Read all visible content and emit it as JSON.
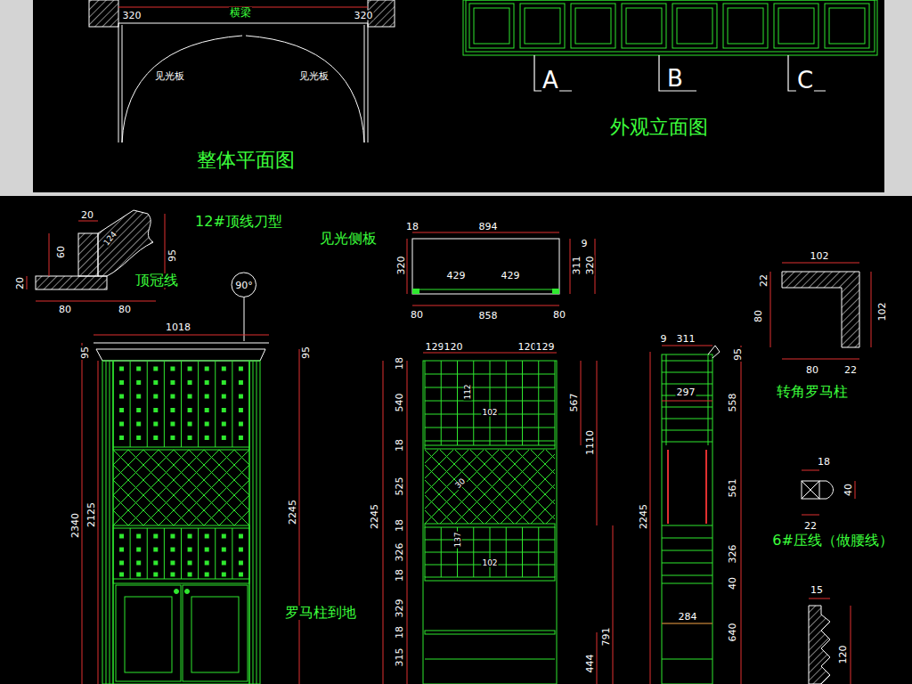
{
  "diagram": {
    "nodes": [
      {
        "text": [
          "90°"
        ]
      }
    ],
    "labels": [
      "320",
      "横梁",
      "320",
      "见光板",
      "见光板",
      "整体平面图",
      "A",
      "B",
      "C",
      "外观立面图",
      "20",
      "12#顶线刀型",
      "60",
      "124",
      "95",
      "顶冠线",
      "20",
      "80",
      "80",
      "见光侧板",
      "18",
      "894",
      "9",
      "320",
      "311",
      "320",
      "429",
      "429",
      "80",
      "858",
      "80",
      "102",
      "22",
      "80",
      "102",
      "80",
      "22",
      "转角罗马柱",
      "1018",
      "95",
      "95",
      "2340",
      "2125",
      "2245",
      "罗马柱到地",
      "129",
      "120",
      "120",
      "129",
      "18",
      "540",
      "112",
      "102",
      "567",
      "1110",
      "18",
      "525",
      "30",
      "2245",
      "18",
      "326",
      "137",
      "102",
      "18",
      "329",
      "791",
      "18",
      "315",
      "444",
      "9",
      "311",
      "95",
      "297",
      "558",
      "2245",
      "561",
      "326",
      "40",
      "284",
      "640",
      "18",
      "40",
      "22",
      "6#压线（做腰线）",
      "15",
      "120"
    ]
  }
}
